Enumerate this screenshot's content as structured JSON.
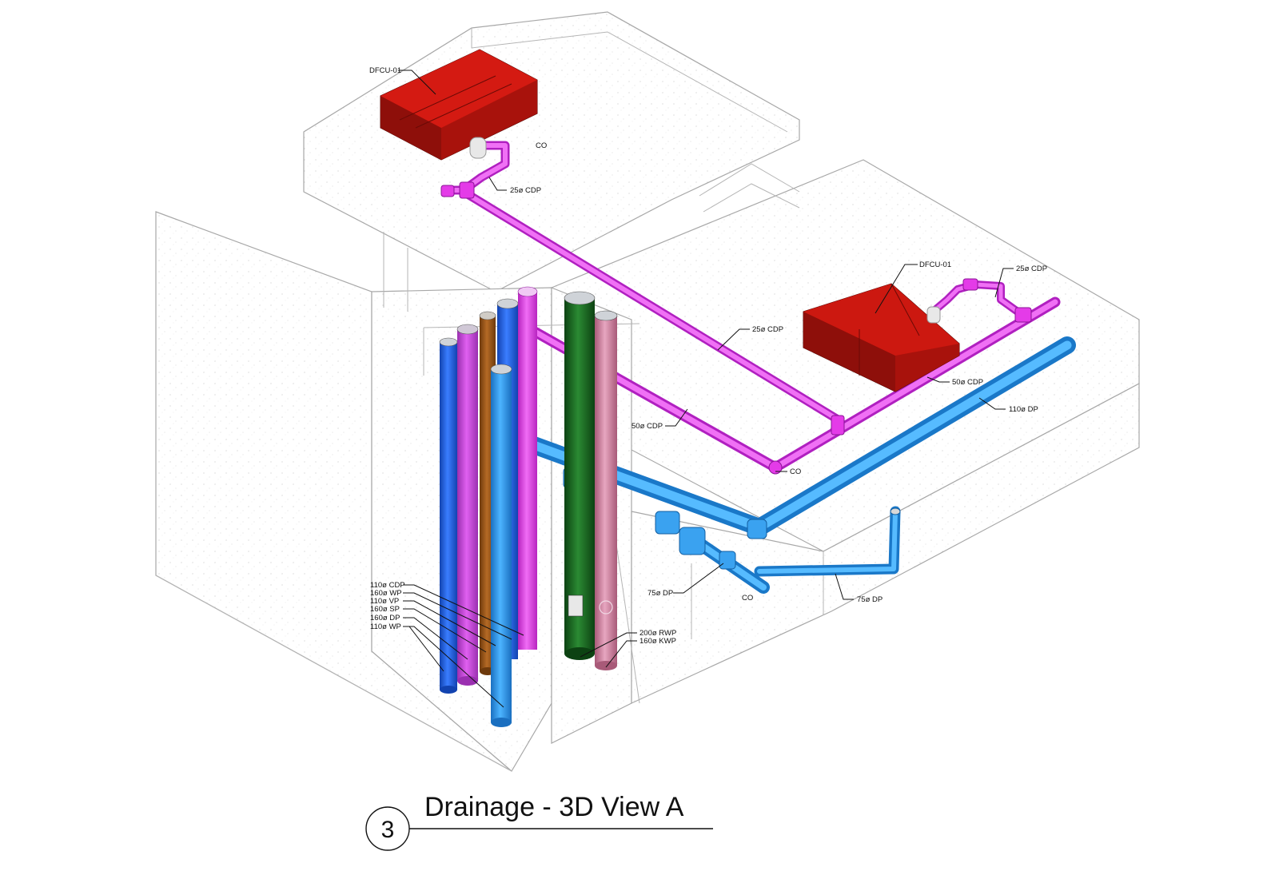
{
  "colors": {
    "unit_red": "#c0150f",
    "condensate_magenta": "#e43be8",
    "drain_blue": "#2f9ef0",
    "vent_blue": "#1e63e8",
    "vent_purple": "#c64ad8",
    "soil_brown": "#9a5418",
    "rainwater_green": "#176a1f",
    "kitchen_pink": "#d489a6",
    "wall_line": "#9a9a9a"
  },
  "labels": {
    "dfcu_top": "DFCU-01",
    "co_top": "CO",
    "cdp25_top": "25ø CDP",
    "cdp25_mid": "25ø CDP",
    "dfcu_right": "DFCU-01",
    "cdp25_right": "25ø CDP",
    "cdp50_right": "50ø CDP",
    "dp110_right": "110ø DP",
    "cdp50_left": "50ø CDP",
    "co_mid": "CO",
    "dp75_left": "75ø DP",
    "co_bottom": "CO",
    "dp75_right": "75ø DP",
    "rwp200": "200ø RWP",
    "kwp160": "160ø KWP",
    "stack_list": [
      "110ø CDP",
      "160ø WP",
      "110ø VP",
      "160ø SP",
      "160ø DP",
      "110ø WP"
    ]
  },
  "title": {
    "number": "3",
    "text": "Drainage - 3D View A"
  }
}
